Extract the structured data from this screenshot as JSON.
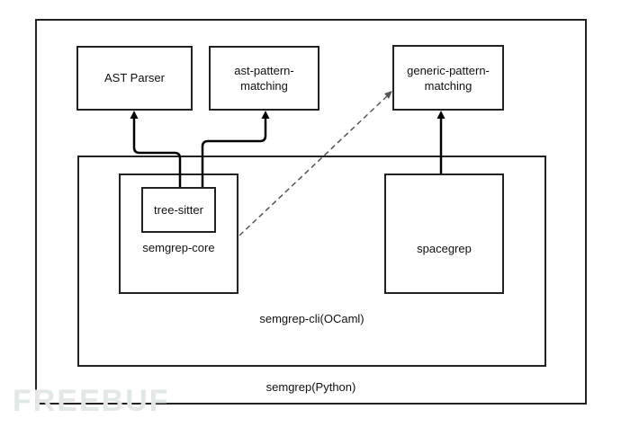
{
  "nodes": {
    "outer": "semgrep(Python)",
    "cli": "semgrep-cli(OCaml)",
    "ast_parser": "AST Parser",
    "ast_pattern_line1": "ast-pattern-",
    "ast_pattern_line2": "matching",
    "generic_pattern_line1": "generic-pattern-",
    "generic_pattern_line2": "matching",
    "tree_sitter": "tree-sitter",
    "core": "semgrep-core",
    "spacegrep": "spacegrep"
  },
  "edges": [
    {
      "from": "tree-sitter",
      "to": "AST Parser",
      "style": "solid"
    },
    {
      "from": "tree-sitter",
      "to": "ast-pattern-matching",
      "style": "solid"
    },
    {
      "from": "semgrep-core",
      "to": "generic-pattern-matching",
      "style": "dashed"
    },
    {
      "from": "spacegrep",
      "to": "generic-pattern-matching",
      "style": "solid"
    }
  ],
  "watermark": "FREEBUF"
}
